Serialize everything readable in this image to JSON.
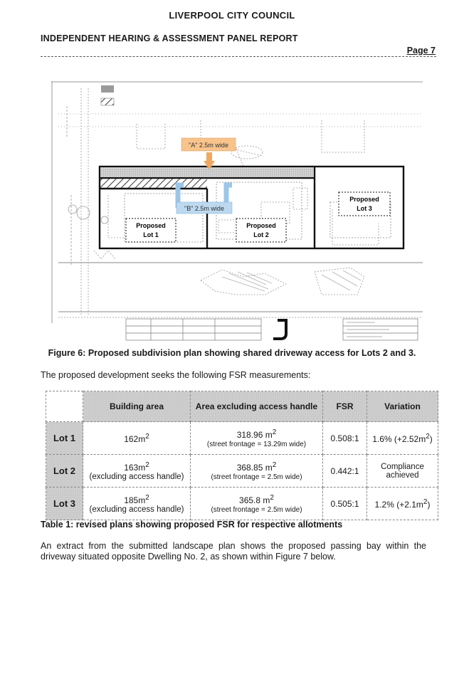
{
  "header": {
    "council": "LIVERPOOL CITY COUNCIL",
    "report_title": "INDEPENDENT HEARING & ASSESSMENT PANEL REPORT",
    "page": "Page 7"
  },
  "figure": {
    "driveway_a": "\"A\" 2.5m wide",
    "driveway_b": "\"B\" 2.5m wide",
    "lot1_line1": "Proposed",
    "lot1_line2": "Lot 1",
    "lot2_line1": "Proposed",
    "lot2_line2": "Lot 2",
    "lot3_line1": "Proposed",
    "lot3_line2": "Lot 3",
    "caption": "Figure 6: Proposed subdivision plan showing shared driveway access for Lots 2 and 3.",
    "colors": {
      "orange_label": "#f7c48c",
      "blue_label": "#bcd9ef",
      "lot_border": "#111111"
    }
  },
  "intro": "The proposed development seeks the following FSR measurements:",
  "table": {
    "headers": [
      "",
      "Building area",
      "Area excluding access handle",
      "FSR",
      "Variation"
    ],
    "rows": [
      {
        "lot": "Lot 1",
        "building": "162m",
        "building_sub": "",
        "area": "318.96 m",
        "area_sub": "(street frontage = 13.29m wide)",
        "fsr": "0.508:1",
        "variation_a": "1.6% (+2.52m",
        "variation_b": ")"
      },
      {
        "lot": "Lot 2",
        "building": "163m",
        "building_sub": "(excluding access handle)",
        "area": "368.85 m",
        "area_sub": "(street frontage = 2.5m wide)",
        "fsr": "0.442:1",
        "variation_a": "Compliance",
        "variation_b": "achieved"
      },
      {
        "lot": "Lot 3",
        "building": "185m",
        "building_sub": "(excluding access handle)",
        "area": "365.8 m",
        "area_sub": "(street frontage = 2.5m wide)",
        "fsr": "0.505:1",
        "variation_a": "1.2% (+2.1m",
        "variation_b": ")"
      }
    ],
    "caption": "Table 1: revised plans showing proposed FSR for respective allotments"
  },
  "extract": "An extract from the submitted landscape plan shows the proposed passing bay within the driveway situated opposite Dwelling No. 2, as shown within Figure 7 below."
}
